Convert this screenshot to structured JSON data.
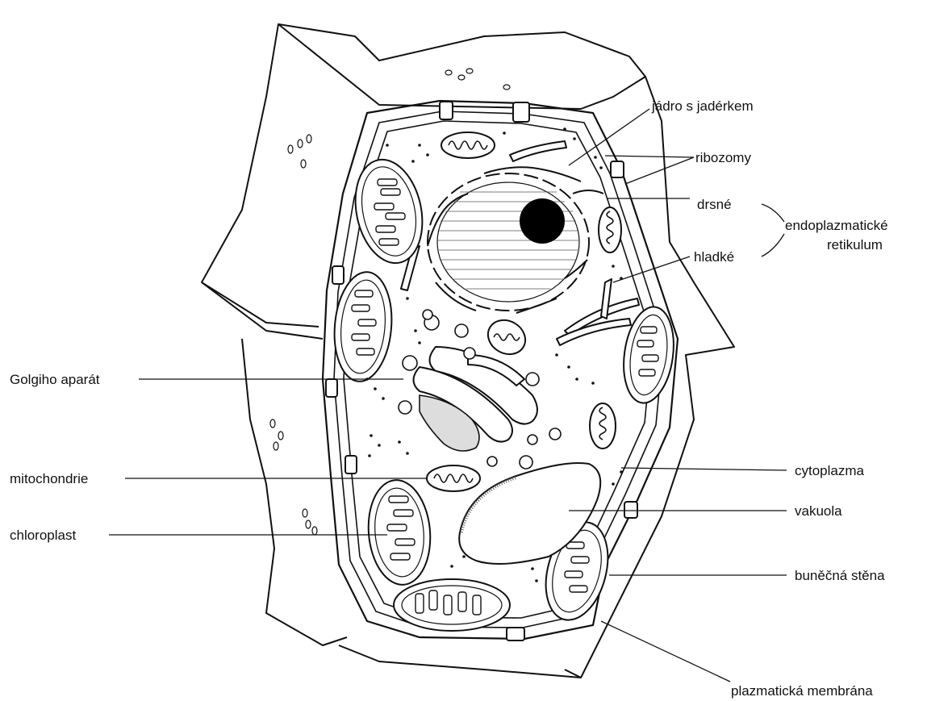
{
  "labels": {
    "nucleus": "jádro s jadérkem",
    "ribosomes": "ribozomy",
    "rough": "drsné",
    "er_line1": "endoplazmatické",
    "er_line2": "retikulum",
    "smooth": "hladké",
    "golgi": "Golgiho aparát",
    "mitochondria": "mitochondrie",
    "chloroplast": "chloroplast",
    "cytoplasm": "cytoplazma",
    "vacuole": "vakuola",
    "cell_wall": "buněčná stěna",
    "membrane": "plazmatická membrána"
  },
  "colors": {
    "ink": "#111111",
    "paper": "#ffffff"
  }
}
